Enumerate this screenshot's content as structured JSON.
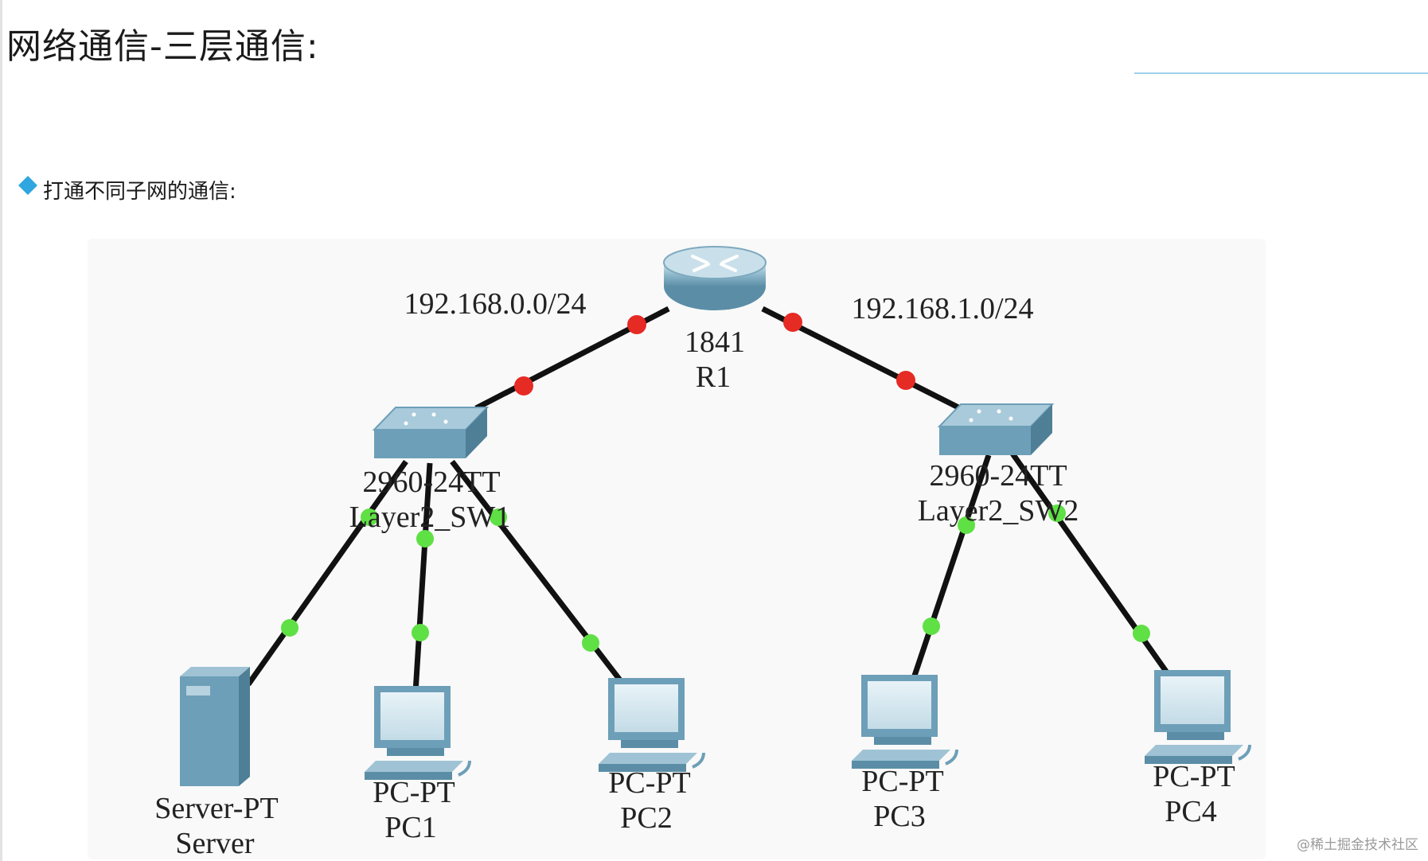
{
  "page": {
    "title": "网络通信-三层通信:",
    "section_heading": "打通不同子网的通信:",
    "watermark": "@稀土掘金技术社区"
  },
  "colors": {
    "accent_bullet": "#2fa6e0",
    "device_blue": "#6d9fb8",
    "link_black": "#111111",
    "port_red": "#e62a24",
    "port_green": "#5fe045"
  },
  "networks": {
    "left_subnet": "192.168.0.0/24",
    "right_subnet": "192.168.1.0/24"
  },
  "devices": {
    "router": {
      "icon": "router-icon",
      "model": "1841",
      "name": "R1"
    },
    "switch1": {
      "icon": "switch-icon",
      "model": "2960-24TT",
      "name": "Layer2_SW1"
    },
    "switch2": {
      "icon": "switch-icon",
      "model": "2960-24TT",
      "name": "Layer2_SW2"
    },
    "server": {
      "icon": "server-icon",
      "model": "Server-PT",
      "name": "Server"
    },
    "pc1": {
      "icon": "pc-icon",
      "model": "PC-PT",
      "name": "PC1"
    },
    "pc2": {
      "icon": "pc-icon",
      "model": "PC-PT",
      "name": "PC2"
    },
    "pc3": {
      "icon": "pc-icon",
      "model": "PC-PT",
      "name": "PC3"
    },
    "pc4": {
      "icon": "pc-icon",
      "model": "PC-PT",
      "name": "PC4"
    }
  }
}
